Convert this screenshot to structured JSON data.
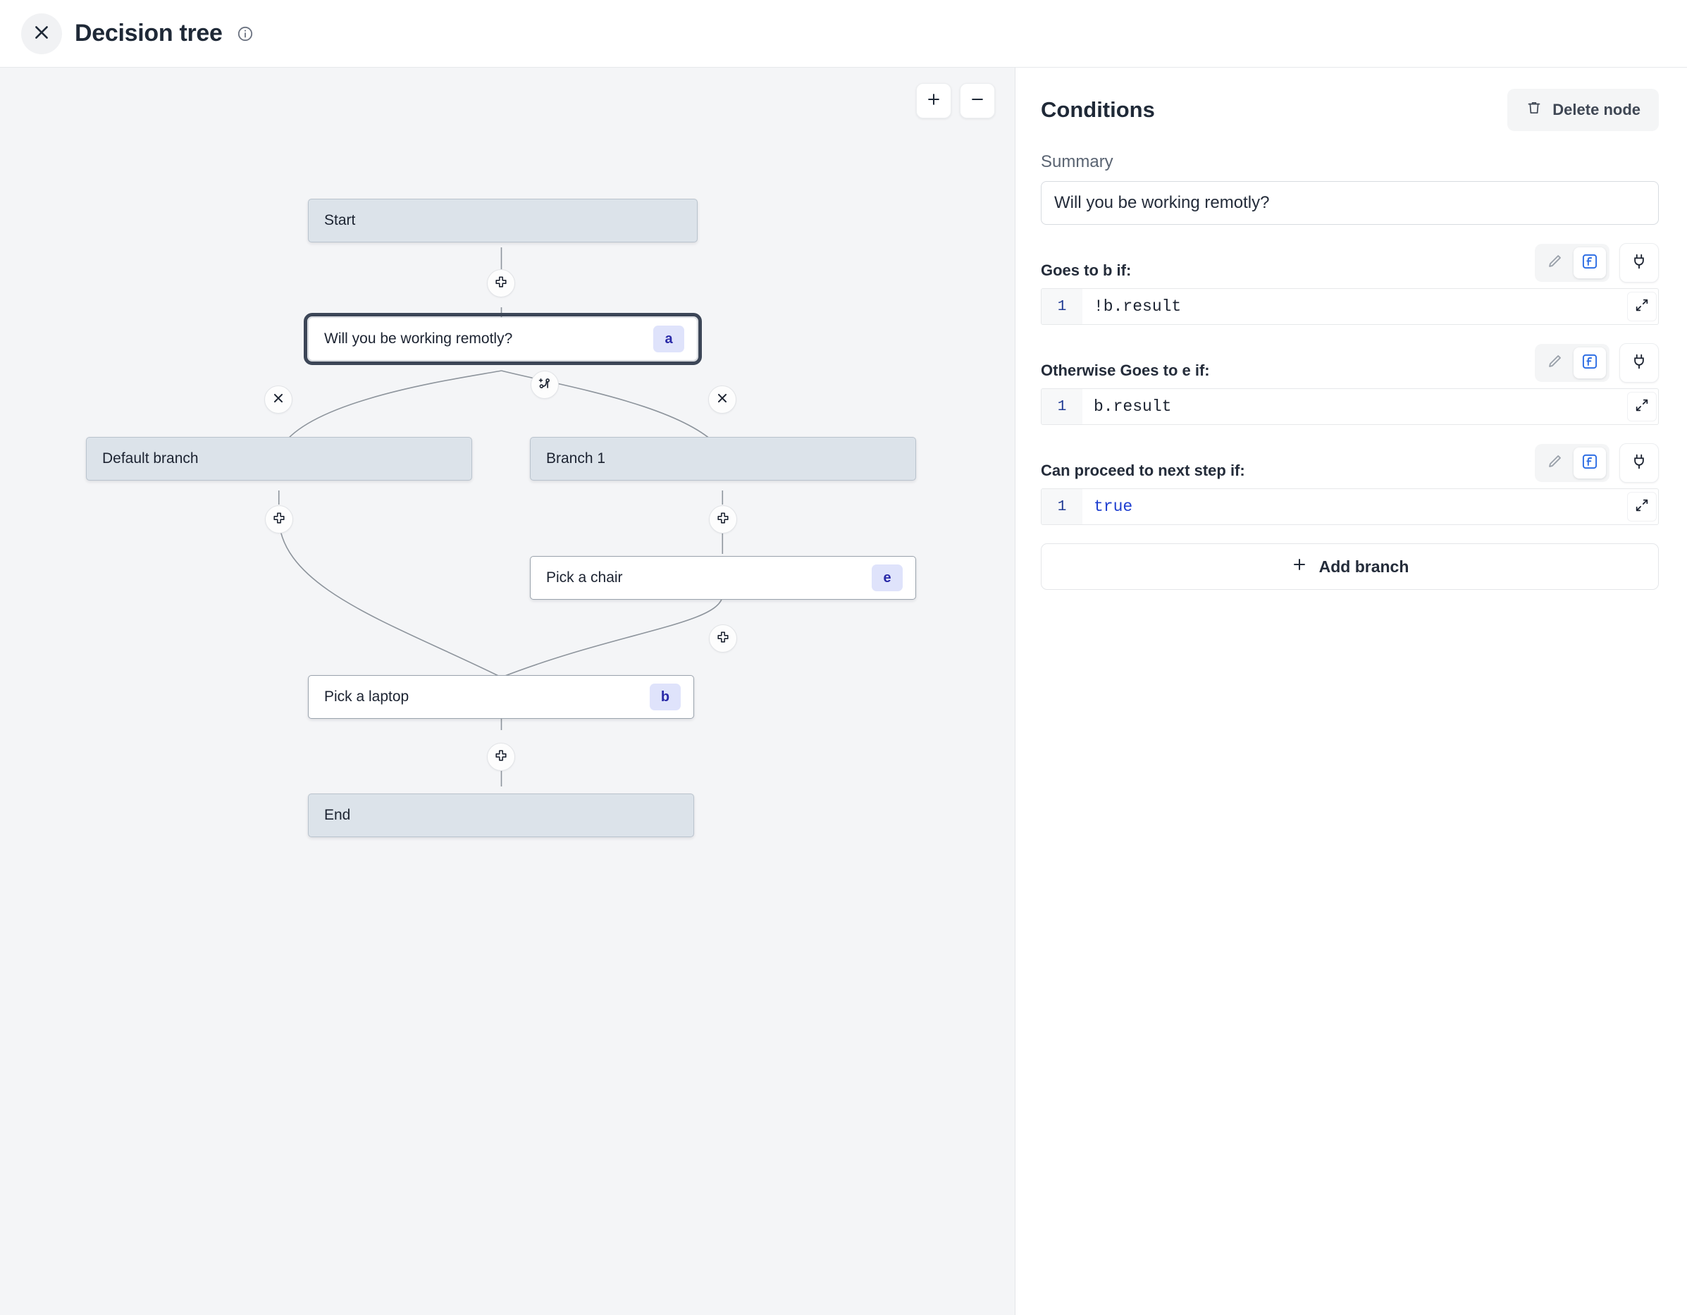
{
  "header": {
    "close_icon": "close-icon",
    "title": "Decision tree",
    "info_icon": "info-icon"
  },
  "canvas": {
    "zoom_in_label": "+",
    "zoom_out_label": "−",
    "nodes": [
      {
        "id": "start",
        "label": "Start",
        "type": "terminal",
        "badge": ""
      },
      {
        "id": "a",
        "label": "Will you be working remotly?",
        "type": "selected",
        "badge": "a"
      },
      {
        "id": "def",
        "label": "Default branch",
        "type": "terminal",
        "badge": ""
      },
      {
        "id": "br1",
        "label": "Branch 1",
        "type": "terminal",
        "badge": ""
      },
      {
        "id": "chair",
        "label": "Pick a chair",
        "type": "plain",
        "badge": "e"
      },
      {
        "id": "laptop",
        "label": "Pick a laptop",
        "type": "plain",
        "badge": "b"
      },
      {
        "id": "end",
        "label": "End",
        "type": "terminal",
        "badge": ""
      }
    ],
    "edge_buttons": [
      {
        "id": "add-after-start",
        "icon": "plus-node-icon"
      },
      {
        "id": "add-branch-a",
        "icon": "add-branch-icon"
      },
      {
        "id": "remove-default",
        "icon": "close-icon"
      },
      {
        "id": "remove-branch-1",
        "icon": "close-icon"
      },
      {
        "id": "add-after-default",
        "icon": "plus-node-icon"
      },
      {
        "id": "add-after-branch1",
        "icon": "plus-node-icon"
      },
      {
        "id": "add-after-chair",
        "icon": "plus-node-icon"
      },
      {
        "id": "add-after-laptop",
        "icon": "plus-node-icon"
      }
    ]
  },
  "panel": {
    "title": "Conditions",
    "delete_label": "Delete node",
    "summary_label": "Summary",
    "summary_value": "Will you be working remotly?",
    "conditions": [
      {
        "label": "Goes to b if:",
        "line_no": "1",
        "code": "!b.result",
        "keyword": false
      },
      {
        "label": "Otherwise Goes to e if:",
        "line_no": "1",
        "code": "b.result",
        "keyword": false
      },
      {
        "label": "Can proceed to next step if:",
        "line_no": "1",
        "code": "true",
        "keyword": true
      }
    ],
    "add_branch_label": "Add branch"
  },
  "colors": {
    "canvas_bg": "#f4f5f7",
    "terminal_node": "#dce3ea",
    "badge_bg": "#dfe3fb",
    "badge_text": "#2a2aa8",
    "accent_blue": "#2f6fe4",
    "selected_outline": "#3c4657"
  }
}
